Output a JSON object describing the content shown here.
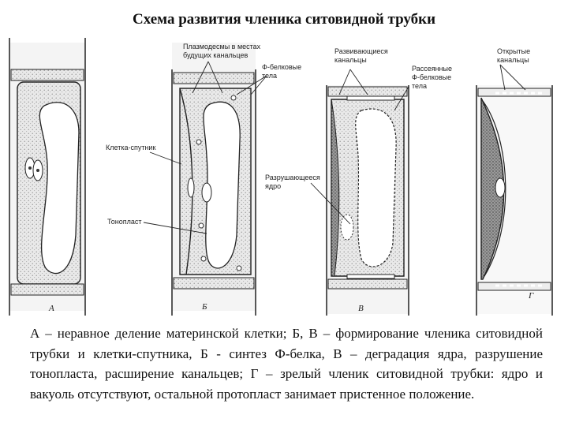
{
  "title": "Схема развития членика ситовидной трубки",
  "figure": {
    "labels": {
      "plasmodesmata_1": "Плазмодесмы в местах",
      "plasmodesmata_2": "будущих канальцев",
      "f_protein_1": "Ф-белковые",
      "f_protein_2": "тела",
      "developing_1": "Развивающиеся",
      "developing_2": "канальцы",
      "dispersed_1": "Рассеянные",
      "dispersed_2": "Ф-белковые",
      "dispersed_3": "тела",
      "open_1": "Открытые",
      "open_2": "канальцы",
      "companion": "Клетка-спутник",
      "nucleus_1": "Разрушающееся",
      "nucleus_2": "ядро",
      "tonoplast": "Тонопласт"
    },
    "panels": [
      "А",
      "Б",
      "В",
      "Г"
    ]
  },
  "caption": "А – неравное деление материнской клетки; Б, В – формирование членика ситовидной трубки и клетки-спутника, Б - синтез Ф-белка, В – деградация ядра, разрушение тонопласта, расширение канальцев; Г – зрелый членик ситовидной трубки: ядро и вакуоль отсутствуют, остальной протопласт занимает пристенное положение."
}
